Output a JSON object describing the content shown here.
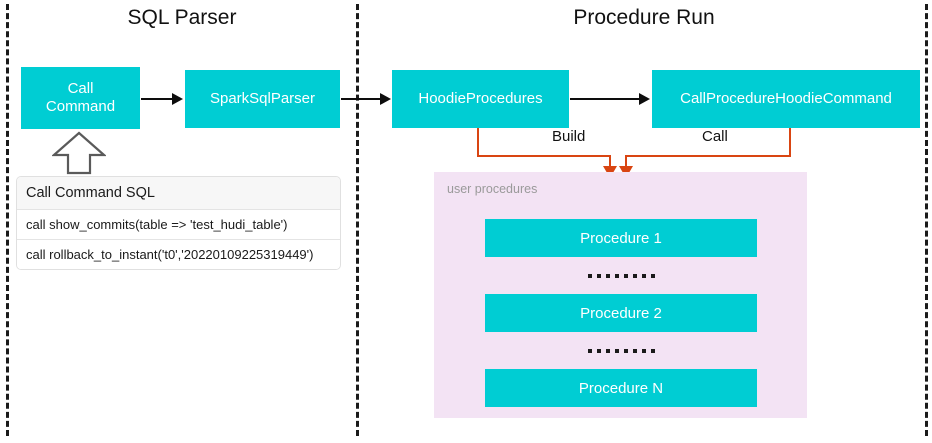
{
  "sections": {
    "left_title": "SQL Parser",
    "right_title": "Procedure Run"
  },
  "nodes": {
    "call_command": "Call\nCommand",
    "spark_sql_parser": "SparkSqlParser",
    "hoodie_procedures": "HoodieProcedures",
    "call_procedure_hoodie_command": "CallProcedureHoodieCommand"
  },
  "edge_labels": {
    "build": "Build",
    "call": "Call"
  },
  "sql_table": {
    "header": "Call Command SQL",
    "rows": [
      "call show_commits(table => 'test_hudi_table')",
      "call rollback_to_instant('t0','20220109225319449')"
    ]
  },
  "procedures_panel": {
    "caption": "user procedures",
    "items": [
      "Procedure 1",
      "Procedure 2",
      "Procedure N"
    ],
    "ellipsis_count": 8
  },
  "colors": {
    "node_cyan": "#00cdd3",
    "panel_lavender": "#f3e3f4",
    "connector_orange": "#d94512",
    "divider_black": "#1a1a1a"
  }
}
